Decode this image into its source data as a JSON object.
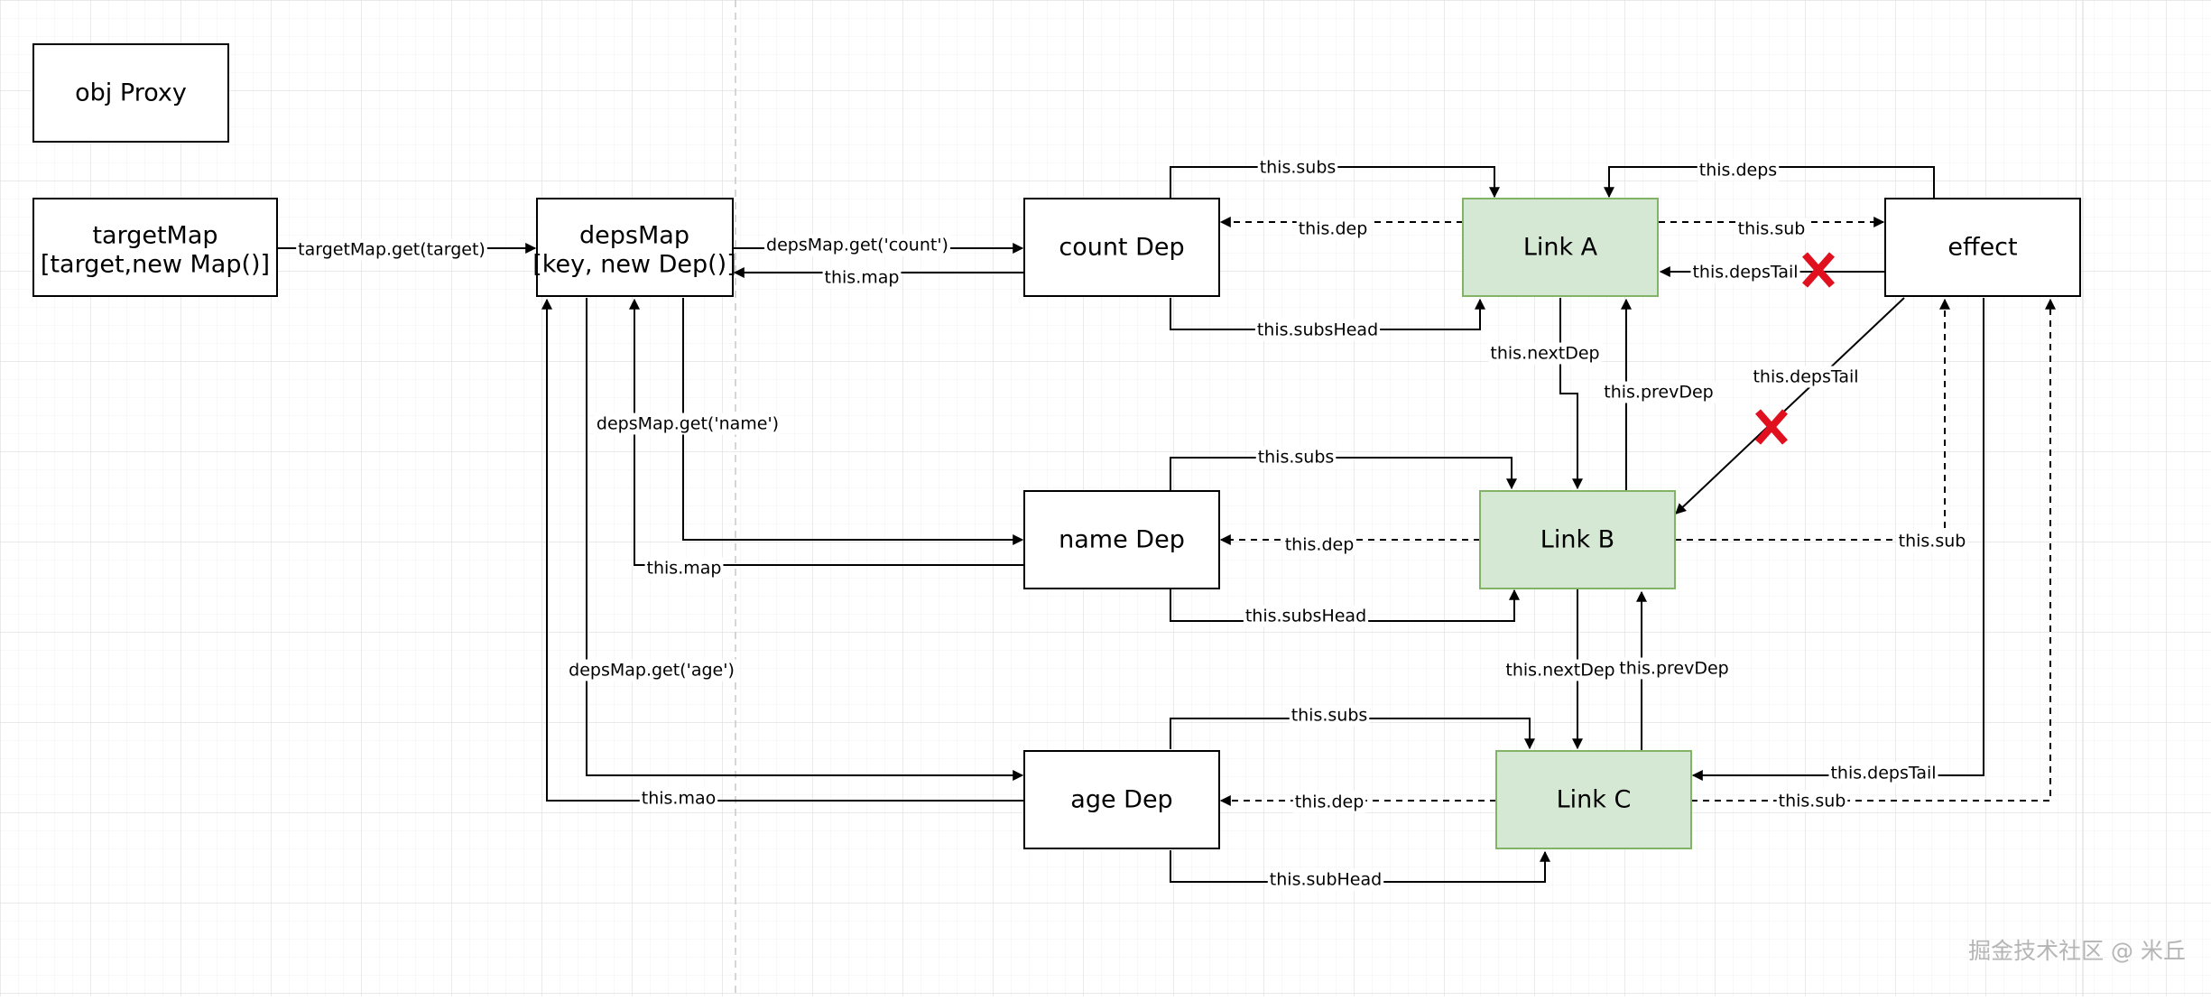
{
  "colors": {
    "grid_minor": "#f0f0f0",
    "grid_major": "#dcdcdc",
    "node_fill": "#ffffff",
    "node_stroke": "#000000",
    "link_fill": "#d5e8d4",
    "link_stroke": "#82b366",
    "edge": "#000000",
    "cross": "#e0101f",
    "watermark": "#b5b5b5"
  },
  "nodes": {
    "obj_proxy": {
      "label": "obj Proxy"
    },
    "target_map": {
      "line1": "targetMap",
      "line2": "[target,new Map()]"
    },
    "deps_map": {
      "line1": "depsMap",
      "line2": "[key, new Dep()]"
    },
    "count_dep": {
      "label": "count Dep"
    },
    "name_dep": {
      "label": "name Dep"
    },
    "age_dep": {
      "label": "age Dep"
    },
    "link_a": {
      "label": "Link A"
    },
    "link_b": {
      "label": "Link B"
    },
    "link_c": {
      "label": "Link C"
    },
    "effect": {
      "label": "effect"
    }
  },
  "edges": {
    "target_get": "targetMap.get(target)",
    "get_count": "depsMap.get('count')",
    "count_map": "this.map",
    "get_name": "depsMap.get('name')",
    "name_map": "this.map",
    "get_age": "depsMap.get('age')",
    "age_mao": "this.mao",
    "count_subs": "this.subs",
    "count_subs_head": "this.subsHead",
    "a_dep": "this.dep",
    "a_sub": "this.sub",
    "effect_deps": "this.deps",
    "effect_deps_tail_a": "this.depsTail",
    "effect_deps_tail_b": "this.depsTail",
    "a_next_dep": "this.nextDep",
    "b_prev_dep": "this.prevDep",
    "name_subs": "this.subs",
    "name_subs_head": "this.subsHead",
    "b_dep": "this.dep",
    "b_sub": "this.sub",
    "b_next_dep": "this.nextDep",
    "c_prev_dep": "this.prevDep",
    "age_subs": "this.subs",
    "age_sub_head": "this.subHead",
    "c_dep": "this.dep",
    "c_sub": "this.sub",
    "effect_deps_tail_c": "this.depsTail"
  },
  "watermark": "掘金技术社区 @ 米丘"
}
